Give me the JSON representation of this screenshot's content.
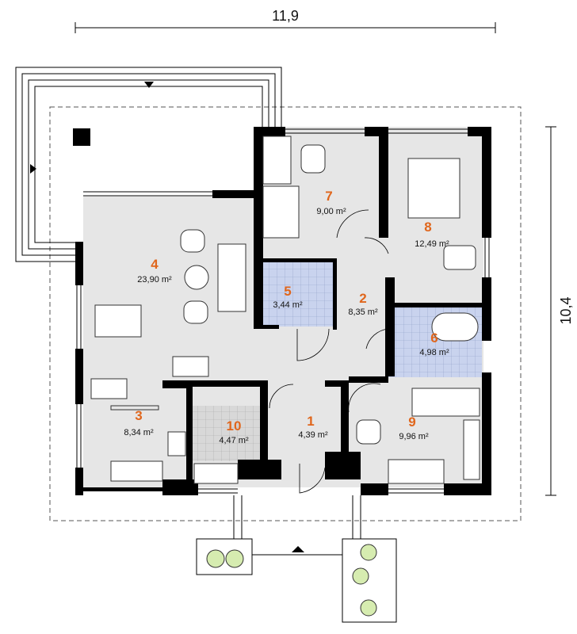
{
  "dimensions": {
    "width": "11,9",
    "height": "10,4"
  },
  "rooms": [
    {
      "number": "1",
      "area": "4,39 m²"
    },
    {
      "number": "2",
      "area": "8,35 m²"
    },
    {
      "number": "3",
      "area": "8,34 m²"
    },
    {
      "number": "4",
      "area": "23,90 m²"
    },
    {
      "number": "5",
      "area": "3,44 m²"
    },
    {
      "number": "6",
      "area": "4,98 m²"
    },
    {
      "number": "7",
      "area": "9,00 m²"
    },
    {
      "number": "8",
      "area": "12,49 m²"
    },
    {
      "number": "9",
      "area": "9,96 m²"
    },
    {
      "number": "10",
      "area": "4,47 m²"
    }
  ],
  "colors": {
    "wall": "#000000",
    "floor": "#e6e6e6",
    "bath": "#c9d3ee",
    "label": "#e0661c"
  }
}
